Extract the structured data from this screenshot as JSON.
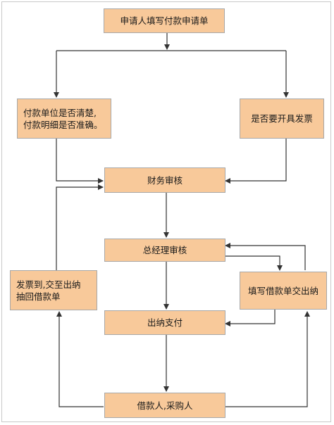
{
  "colors": {
    "box_fill": "#f8c99a",
    "box_border": "#a8a8a8",
    "line": "#333333"
  },
  "nodes": {
    "apply": "申请人填写付款申请单",
    "check_payer": "付款单位是否清楚,\n付款明细是否准确。",
    "invoice_q": "是否要开具发票",
    "finance_review": "财务审核",
    "gm_review": "总经理审核",
    "fill_loan": "填写借款单交出纳",
    "invoice_return": "发票到,交至出纳\n抽回借款单",
    "cashier_pay": "出纳支付",
    "borrower": "借款人,采购人"
  }
}
